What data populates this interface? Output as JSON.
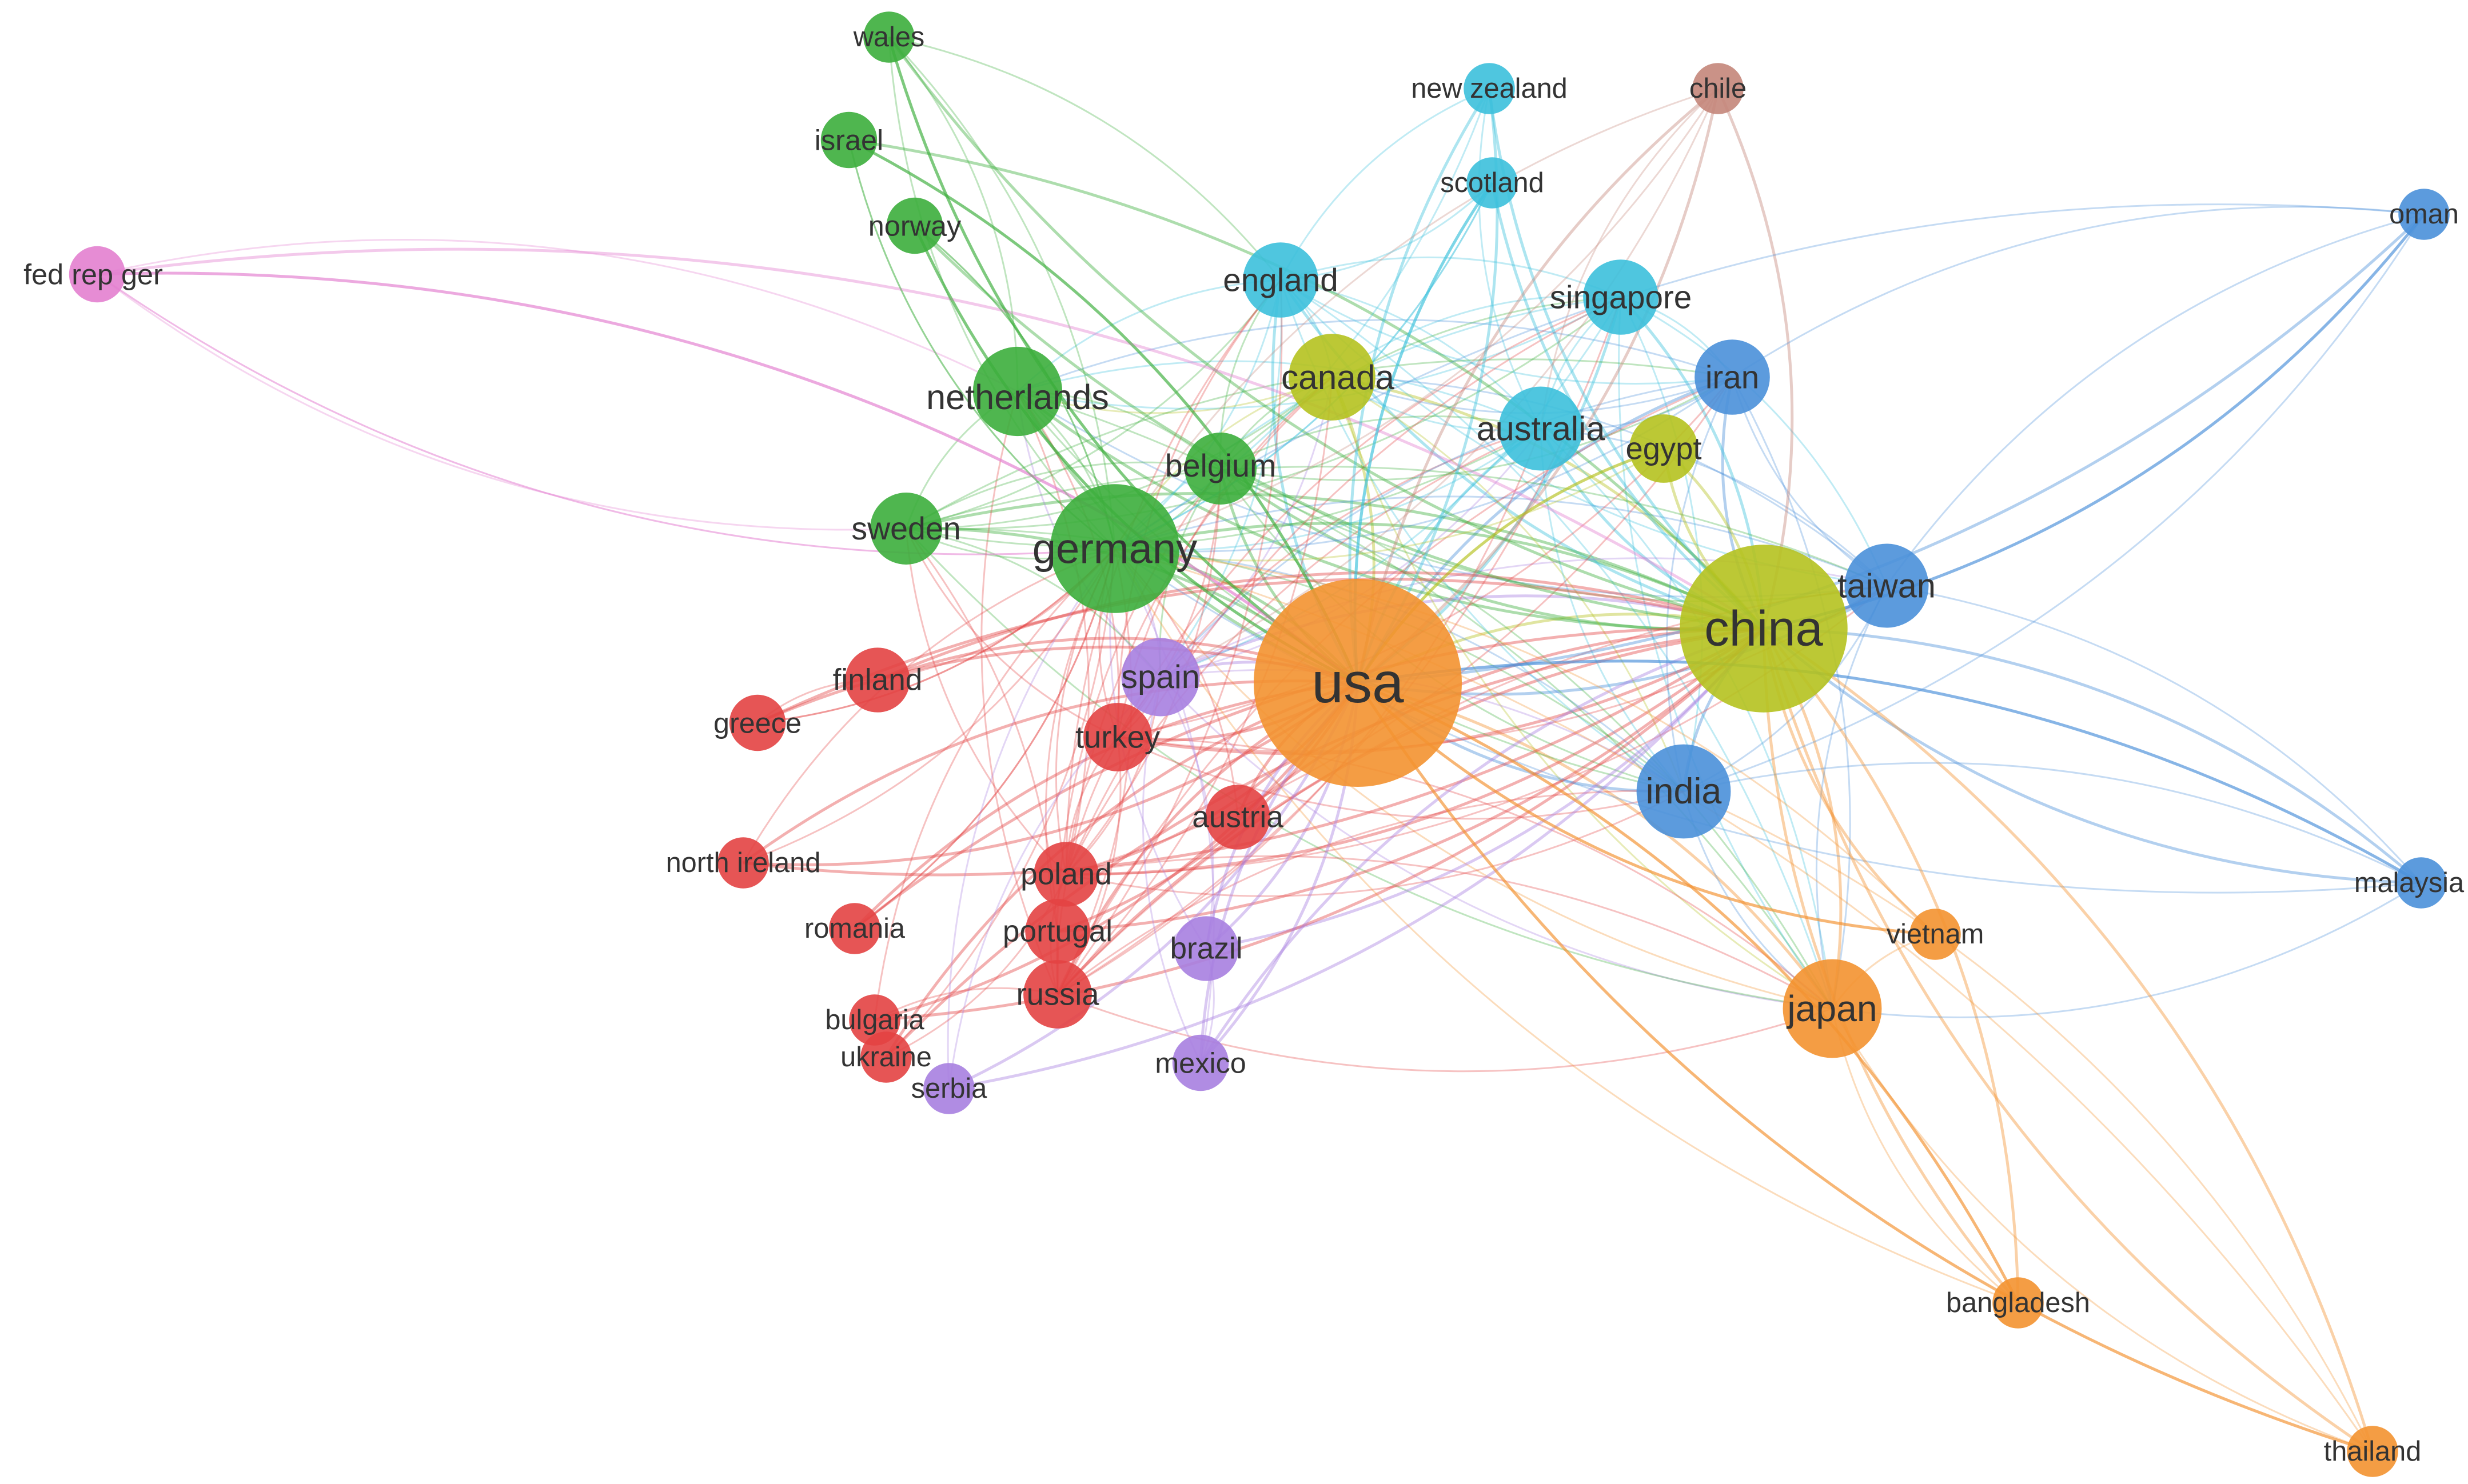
{
  "nodes": [
    {
      "id": "usa",
      "label": "usa",
      "weight": 100,
      "cluster": "orange"
    },
    {
      "id": "china",
      "label": "china",
      "weight": 62,
      "cluster": "yellow-green"
    },
    {
      "id": "germany",
      "label": "germany",
      "weight": 34,
      "cluster": "green"
    },
    {
      "id": "japan",
      "label": "japan",
      "weight": 18,
      "cluster": "orange"
    },
    {
      "id": "india",
      "label": "india",
      "weight": 16,
      "cluster": "blue"
    },
    {
      "id": "netherlands",
      "label": "netherlands",
      "weight": 14,
      "cluster": "green"
    },
    {
      "id": "canada",
      "label": "canada",
      "weight": 13,
      "cluster": "yellow-green"
    },
    {
      "id": "australia",
      "label": "australia",
      "weight": 12,
      "cluster": "cyan"
    },
    {
      "id": "taiwan",
      "label": "taiwan",
      "weight": 12,
      "cluster": "blue"
    },
    {
      "id": "iran",
      "label": "iran",
      "weight": 9,
      "cluster": "blue"
    },
    {
      "id": "singapore",
      "label": "singapore",
      "weight": 9,
      "cluster": "cyan"
    },
    {
      "id": "england",
      "label": "england",
      "weight": 9,
      "cluster": "cyan"
    },
    {
      "id": "spain",
      "label": "spain",
      "weight": 10,
      "cluster": "purple"
    },
    {
      "id": "belgium",
      "label": "belgium",
      "weight": 8,
      "cluster": "green"
    },
    {
      "id": "sweden",
      "label": "sweden",
      "weight": 8,
      "cluster": "green"
    },
    {
      "id": "turkey",
      "label": "turkey",
      "weight": 7,
      "cluster": "red"
    },
    {
      "id": "egypt",
      "label": "egypt",
      "weight": 7,
      "cluster": "yellow-green"
    },
    {
      "id": "finland",
      "label": "finland",
      "weight": 6,
      "cluster": "red"
    },
    {
      "id": "russia",
      "label": "russia",
      "weight": 7,
      "cluster": "red"
    },
    {
      "id": "poland",
      "label": "poland",
      "weight": 6,
      "cluster": "red"
    },
    {
      "id": "portugal",
      "label": "portugal",
      "weight": 6,
      "cluster": "red"
    },
    {
      "id": "austria",
      "label": "austria",
      "weight": 6,
      "cluster": "red"
    },
    {
      "id": "brazil",
      "label": "brazil",
      "weight": 6,
      "cluster": "purple"
    },
    {
      "id": "greece",
      "label": "greece",
      "weight": 4,
      "cluster": "red"
    },
    {
      "id": "north_ireland",
      "label": "north ireland",
      "weight": 3,
      "cluster": "red"
    },
    {
      "id": "romania",
      "label": "romania",
      "weight": 3,
      "cluster": "red"
    },
    {
      "id": "bulgaria",
      "label": "bulgaria",
      "weight": 3,
      "cluster": "red"
    },
    {
      "id": "ukraine",
      "label": "ukraine",
      "weight": 3,
      "cluster": "red"
    },
    {
      "id": "serbia",
      "label": "serbia",
      "weight": 3,
      "cluster": "purple"
    },
    {
      "id": "mexico",
      "label": "mexico",
      "weight": 4,
      "cluster": "purple"
    },
    {
      "id": "wales",
      "label": "wales",
      "weight": 3,
      "cluster": "green"
    },
    {
      "id": "israel",
      "label": "israel",
      "weight": 4,
      "cluster": "green"
    },
    {
      "id": "norway",
      "label": "norway",
      "weight": 4,
      "cluster": "green"
    },
    {
      "id": "fed_rep_ger",
      "label": "fed rep ger",
      "weight": 4,
      "cluster": "pink"
    },
    {
      "id": "new_zealand",
      "label": "new zealand",
      "weight": 3,
      "cluster": "cyan"
    },
    {
      "id": "chile",
      "label": "chile",
      "weight": 3,
      "cluster": "brown"
    },
    {
      "id": "scotland",
      "label": "scotland",
      "weight": 3,
      "cluster": "cyan"
    },
    {
      "id": "oman",
      "label": "oman",
      "weight": 3,
      "cluster": "blue"
    },
    {
      "id": "malaysia",
      "label": "malaysia",
      "weight": 3,
      "cluster": "blue"
    },
    {
      "id": "vietnam",
      "label": "vietnam",
      "weight": 3,
      "cluster": "orange"
    },
    {
      "id": "bangladesh",
      "label": "bangladesh",
      "weight": 3,
      "cluster": "orange"
    },
    {
      "id": "thailand",
      "label": "thailand",
      "weight": 3,
      "cluster": "orange"
    }
  ],
  "cluster_colors": {
    "orange": "#f39230",
    "yellow-green": "#b5c21f",
    "green": "#3cae3c",
    "blue": "#4a90d9",
    "cyan": "#3cc0dc",
    "purple": "#a77fe0",
    "red": "#e34242",
    "pink": "#e37fcf",
    "brown": "#c4867a"
  }
}
